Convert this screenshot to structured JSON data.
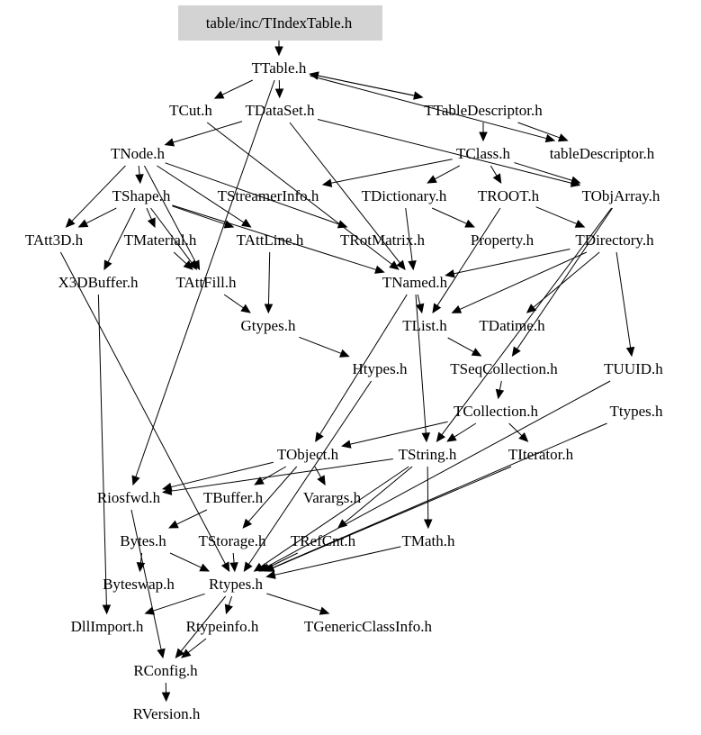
{
  "graph": {
    "title": "Include dependency graph",
    "root": "table/inc/TIndexTable.h",
    "colors": {
      "root_fill": "#d3d3d3",
      "edge": "#000000",
      "text": "#000000",
      "background": "#ffffff"
    },
    "nodes": [
      {
        "id": "root",
        "label": "table/inc/TIndexTable.h"
      },
      {
        "id": "TTable",
        "label": "TTable.h"
      },
      {
        "id": "TCut",
        "label": "TCut.h"
      },
      {
        "id": "TDataSet",
        "label": "TDataSet.h"
      },
      {
        "id": "TTableDescriptor",
        "label": "TTableDescriptor.h"
      },
      {
        "id": "TNode",
        "label": "TNode.h"
      },
      {
        "id": "TClass",
        "label": "TClass.h"
      },
      {
        "id": "tableDescriptor",
        "label": "tableDescriptor.h"
      },
      {
        "id": "TShape",
        "label": "TShape.h"
      },
      {
        "id": "TStreamerInfo",
        "label": "TStreamerInfo.h"
      },
      {
        "id": "TDictionary",
        "label": "TDictionary.h"
      },
      {
        "id": "TROOT",
        "label": "TROOT.h"
      },
      {
        "id": "TObjArray",
        "label": "TObjArray.h"
      },
      {
        "id": "TAtt3D",
        "label": "TAtt3D.h"
      },
      {
        "id": "TMaterial",
        "label": "TMaterial.h"
      },
      {
        "id": "TAttLine",
        "label": "TAttLine.h"
      },
      {
        "id": "TRotMatrix",
        "label": "TRotMatrix.h"
      },
      {
        "id": "Property",
        "label": "Property.h"
      },
      {
        "id": "TDirectory",
        "label": "TDirectory.h"
      },
      {
        "id": "X3DBuffer",
        "label": "X3DBuffer.h"
      },
      {
        "id": "TAttFill",
        "label": "TAttFill.h"
      },
      {
        "id": "TNamed",
        "label": "TNamed.h"
      },
      {
        "id": "Gtypes",
        "label": "Gtypes.h"
      },
      {
        "id": "TList",
        "label": "TList.h"
      },
      {
        "id": "TDatime",
        "label": "TDatime.h"
      },
      {
        "id": "Htypes",
        "label": "Htypes.h"
      },
      {
        "id": "TSeqCollection",
        "label": "TSeqCollection.h"
      },
      {
        "id": "TUUID",
        "label": "TUUID.h"
      },
      {
        "id": "TCollection",
        "label": "TCollection.h"
      },
      {
        "id": "Ttypes",
        "label": "Ttypes.h"
      },
      {
        "id": "TObject",
        "label": "TObject.h"
      },
      {
        "id": "TString",
        "label": "TString.h"
      },
      {
        "id": "TIterator",
        "label": "TIterator.h"
      },
      {
        "id": "Riosfwd",
        "label": "Riosfwd.h"
      },
      {
        "id": "TBuffer",
        "label": "TBuffer.h"
      },
      {
        "id": "Varargs",
        "label": "Varargs.h"
      },
      {
        "id": "Bytes",
        "label": "Bytes.h"
      },
      {
        "id": "TStorage",
        "label": "TStorage.h"
      },
      {
        "id": "TRefCnt",
        "label": "TRefCnt.h"
      },
      {
        "id": "TMath",
        "label": "TMath.h"
      },
      {
        "id": "Byteswap",
        "label": "Byteswap.h"
      },
      {
        "id": "Rtypes",
        "label": "Rtypes.h"
      },
      {
        "id": "DllImport",
        "label": "DllImport.h"
      },
      {
        "id": "Rtypeinfo",
        "label": "Rtypeinfo.h"
      },
      {
        "id": "TGenericClassInfo",
        "label": "TGenericClassInfo.h"
      },
      {
        "id": "RConfig",
        "label": "RConfig.h"
      },
      {
        "id": "RVersion",
        "label": "RVersion.h"
      }
    ],
    "edges": [
      [
        "root",
        "TTable"
      ],
      [
        "TTable",
        "TCut"
      ],
      [
        "TTable",
        "TDataSet"
      ],
      [
        "TTable",
        "TTableDescriptor"
      ],
      [
        "TTable",
        "tableDescriptor"
      ],
      [
        "TTable",
        "Riosfwd"
      ],
      [
        "TTableDescriptor",
        "TTable"
      ],
      [
        "TTableDescriptor",
        "TClass"
      ],
      [
        "TTableDescriptor",
        "tableDescriptor"
      ],
      [
        "TDataSet",
        "TNode"
      ],
      [
        "TDataSet",
        "TNamed"
      ],
      [
        "TDataSet",
        "TObjArray"
      ],
      [
        "TCut",
        "TNamed"
      ],
      [
        "TNode",
        "TShape"
      ],
      [
        "TNode",
        "TAtt3D"
      ],
      [
        "TNode",
        "TAttFill"
      ],
      [
        "TNode",
        "TAttLine"
      ],
      [
        "TNode",
        "TRotMatrix"
      ],
      [
        "TShape",
        "TMaterial"
      ],
      [
        "TShape",
        "TAtt3D"
      ],
      [
        "TShape",
        "X3DBuffer"
      ],
      [
        "TShape",
        "TAttFill"
      ],
      [
        "TShape",
        "TAttLine"
      ],
      [
        "TShape",
        "TNamed"
      ],
      [
        "TClass",
        "TStreamerInfo"
      ],
      [
        "TClass",
        "TDictionary"
      ],
      [
        "TClass",
        "TROOT"
      ],
      [
        "TClass",
        "TObjArray"
      ],
      [
        "TDictionary",
        "Property"
      ],
      [
        "TDictionary",
        "TNamed"
      ],
      [
        "TROOT",
        "TDirectory"
      ],
      [
        "TROOT",
        "TList"
      ],
      [
        "TDirectory",
        "TNamed"
      ],
      [
        "TDirectory",
        "TDatime"
      ],
      [
        "TDirectory",
        "TUUID"
      ],
      [
        "TDirectory",
        "TList"
      ],
      [
        "TObjArray",
        "TSeqCollection"
      ],
      [
        "TObjArray",
        "TString"
      ],
      [
        "TMaterial",
        "TAttFill"
      ],
      [
        "TAttFill",
        "Gtypes"
      ],
      [
        "TAttLine",
        "Gtypes"
      ],
      [
        "Gtypes",
        "Htypes"
      ],
      [
        "TNamed",
        "TList"
      ],
      [
        "TNamed",
        "TObject"
      ],
      [
        "TNamed",
        "TString"
      ],
      [
        "TList",
        "TSeqCollection"
      ],
      [
        "TSeqCollection",
        "TCollection"
      ],
      [
        "TCollection",
        "TObject"
      ],
      [
        "TCollection",
        "TString"
      ],
      [
        "TCollection",
        "TIterator"
      ],
      [
        "TObject",
        "Riosfwd"
      ],
      [
        "TObject",
        "TBuffer"
      ],
      [
        "TObject",
        "Varargs"
      ],
      [
        "TObject",
        "TStorage"
      ],
      [
        "TString",
        "Riosfwd"
      ],
      [
        "TString",
        "TRefCnt"
      ],
      [
        "TString",
        "TMath"
      ],
      [
        "TString",
        "Rtypes"
      ],
      [
        "TUUID",
        "Rtypes"
      ],
      [
        "Ttypes",
        "Rtypes"
      ],
      [
        "TIterator",
        "Rtypes"
      ],
      [
        "Htypes",
        "Rtypes"
      ],
      [
        "TBuffer",
        "Bytes"
      ],
      [
        "Bytes",
        "Byteswap"
      ],
      [
        "Bytes",
        "Rtypes"
      ],
      [
        "TStorage",
        "Rtypes"
      ],
      [
        "TRefCnt",
        "Rtypes"
      ],
      [
        "TMath",
        "Rtypes"
      ],
      [
        "Rtypes",
        "DllImport"
      ],
      [
        "Rtypes",
        "Rtypeinfo"
      ],
      [
        "Rtypes",
        "TGenericClassInfo"
      ],
      [
        "Rtypes",
        "RConfig"
      ],
      [
        "Rtypeinfo",
        "RConfig"
      ],
      [
        "Riosfwd",
        "RConfig"
      ],
      [
        "TAtt3D",
        "Rtypes"
      ],
      [
        "X3DBuffer",
        "DllImport"
      ],
      [
        "RConfig",
        "RVersion"
      ]
    ]
  }
}
